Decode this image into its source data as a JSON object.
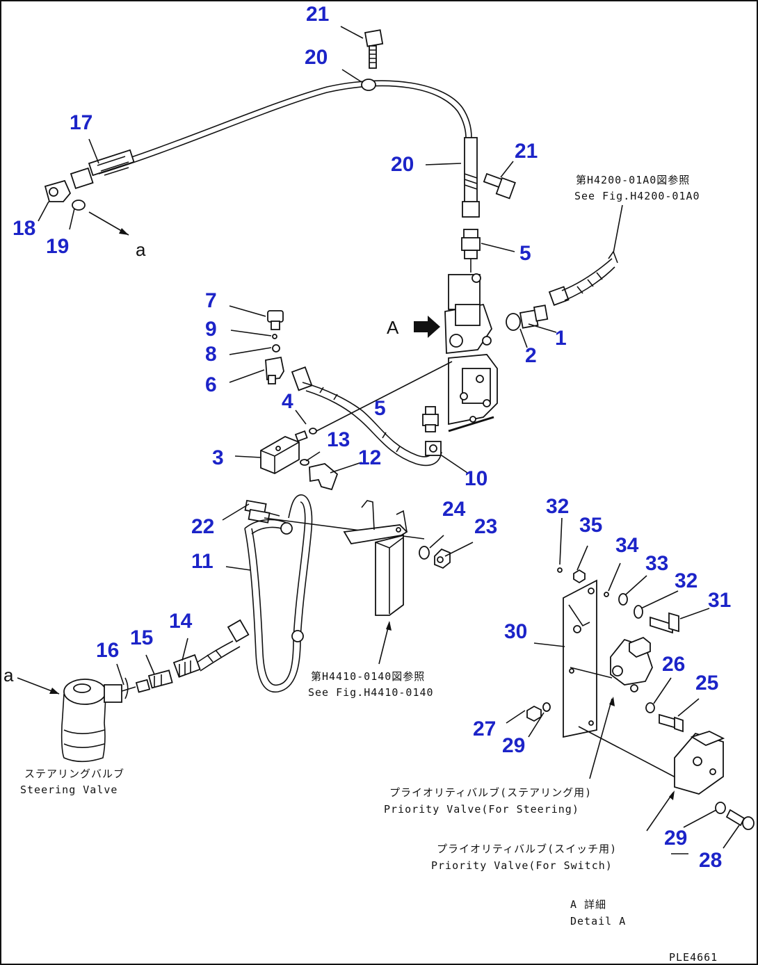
{
  "figure_code": "PLE4661",
  "detail_letter": "A",
  "ref_letter": "a",
  "callouts": [
    {
      "id": "c21a",
      "label": "21"
    },
    {
      "id": "c20a",
      "label": "20"
    },
    {
      "id": "c17",
      "label": "17"
    },
    {
      "id": "c20b",
      "label": "20"
    },
    {
      "id": "c21b",
      "label": "21"
    },
    {
      "id": "c18",
      "label": "18"
    },
    {
      "id": "c19",
      "label": "19"
    },
    {
      "id": "c5a",
      "label": "5"
    },
    {
      "id": "c7",
      "label": "7"
    },
    {
      "id": "c9",
      "label": "9"
    },
    {
      "id": "c8",
      "label": "8"
    },
    {
      "id": "c1",
      "label": "1"
    },
    {
      "id": "c2",
      "label": "2"
    },
    {
      "id": "c6",
      "label": "6"
    },
    {
      "id": "c4",
      "label": "4"
    },
    {
      "id": "c5b",
      "label": "5"
    },
    {
      "id": "c13",
      "label": "13"
    },
    {
      "id": "c3",
      "label": "3"
    },
    {
      "id": "c12",
      "label": "12"
    },
    {
      "id": "c10",
      "label": "10"
    },
    {
      "id": "c22",
      "label": "22"
    },
    {
      "id": "c24",
      "label": "24"
    },
    {
      "id": "c23",
      "label": "23"
    },
    {
      "id": "c11",
      "label": "11"
    },
    {
      "id": "c32a",
      "label": "32"
    },
    {
      "id": "c35",
      "label": "35"
    },
    {
      "id": "c34",
      "label": "34"
    },
    {
      "id": "c33",
      "label": "33"
    },
    {
      "id": "c32b",
      "label": "32"
    },
    {
      "id": "c31",
      "label": "31"
    },
    {
      "id": "c14",
      "label": "14"
    },
    {
      "id": "c15",
      "label": "15"
    },
    {
      "id": "c16",
      "label": "16"
    },
    {
      "id": "c30",
      "label": "30"
    },
    {
      "id": "c26",
      "label": "26"
    },
    {
      "id": "c25",
      "label": "25"
    },
    {
      "id": "c27",
      "label": "27"
    },
    {
      "id": "c29a",
      "label": "29"
    },
    {
      "id": "c29b",
      "label": "29"
    },
    {
      "id": "c28",
      "label": "28"
    }
  ],
  "notes": {
    "ref_h4200_jp": "第H4200-01A0図参照",
    "ref_h4200_en": "See Fig.H4200-01A0",
    "ref_h4410_jp": "第H4410-0140図参照",
    "ref_h4410_en": "See Fig.H4410-0140",
    "steering_valve_jp": "ステアリングバルブ",
    "steering_valve_en": "Steering Valve",
    "priority_steering_jp": "プライオリティバルブ(ステアリング用)",
    "priority_steering_en": "Priority Valve(For Steering)",
    "priority_switch_jp": "プライオリティバルブ(スイッチ用)",
    "priority_switch_en": "Priority Valve(For Switch)",
    "detail_jp": "A 詳細",
    "detail_en": "Detail A"
  },
  "colors": {
    "callout": "#1c24c8",
    "line": "#111111"
  }
}
